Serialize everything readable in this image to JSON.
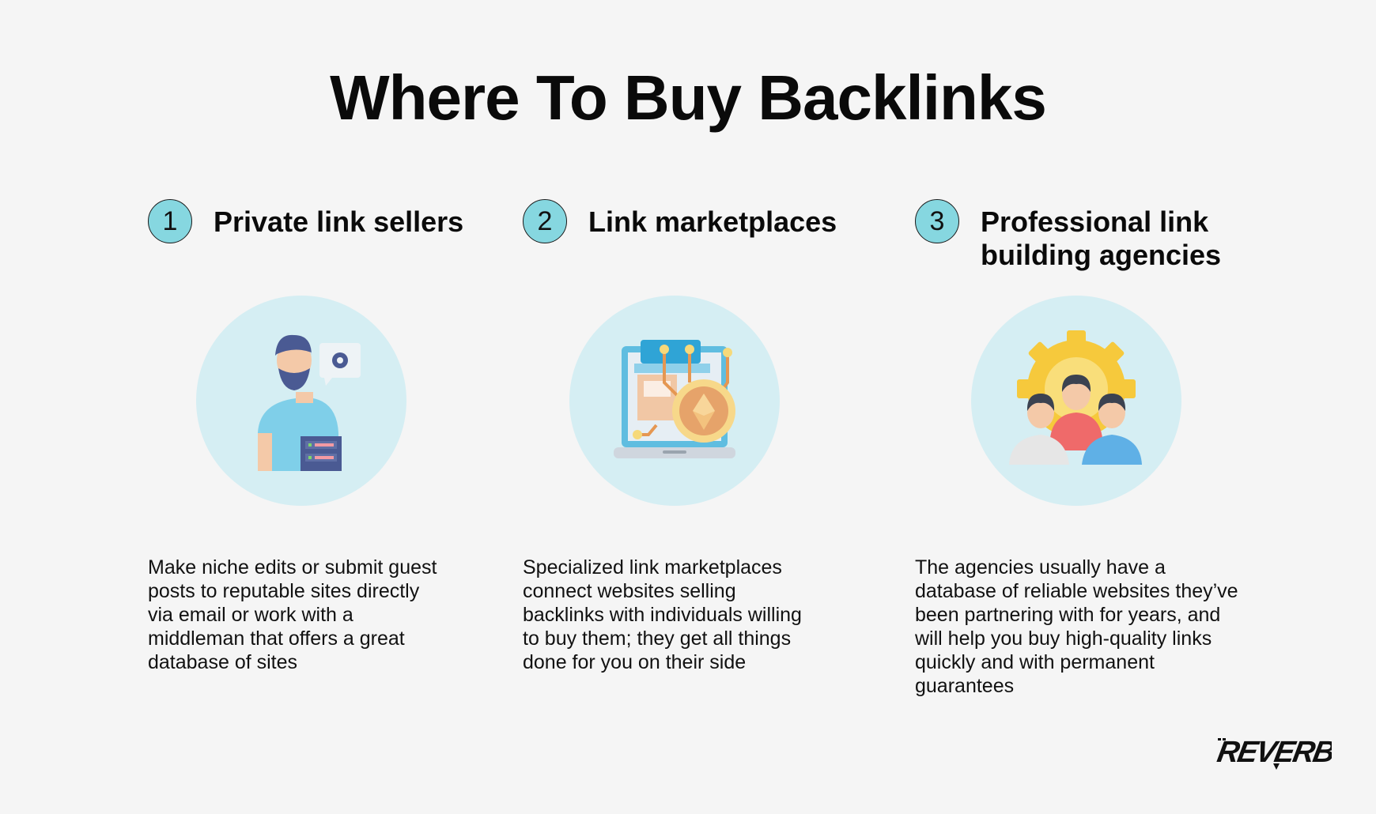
{
  "title": "Where To Buy Backlinks",
  "items": [
    {
      "number": "1",
      "heading_lines": [
        "Private link sellers"
      ],
      "icon": "person-server-icon",
      "description_lines": [
        "Make niche edits or submit guest",
        "posts to reputable sites directly",
        "via email or work with a",
        "middleman that offers a great",
        "database of sites"
      ]
    },
    {
      "number": "2",
      "heading_lines": [
        "Link marketplaces"
      ],
      "icon": "marketplace-laptop-icon",
      "description_lines": [
        "Specialized link marketplaces",
        "connect websites selling",
        "backlinks with individuals willing",
        "to buy them; they get all things",
        "done for you on their side"
      ]
    },
    {
      "number": "3",
      "heading_lines": [
        "Professional link",
        "building agencies"
      ],
      "icon": "team-gear-icon",
      "description_lines": [
        "The agencies usually have a",
        "database of reliable websites they’ve",
        "been partnering with for years, and",
        "will help you buy high-quality links",
        "quickly and with permanent",
        "guarantees"
      ]
    }
  ],
  "logo_text": "REVERB",
  "colors": {
    "number_badge": "#86d7e0",
    "icon_circle": "#d5eef3",
    "background": "#f5f5f5"
  }
}
